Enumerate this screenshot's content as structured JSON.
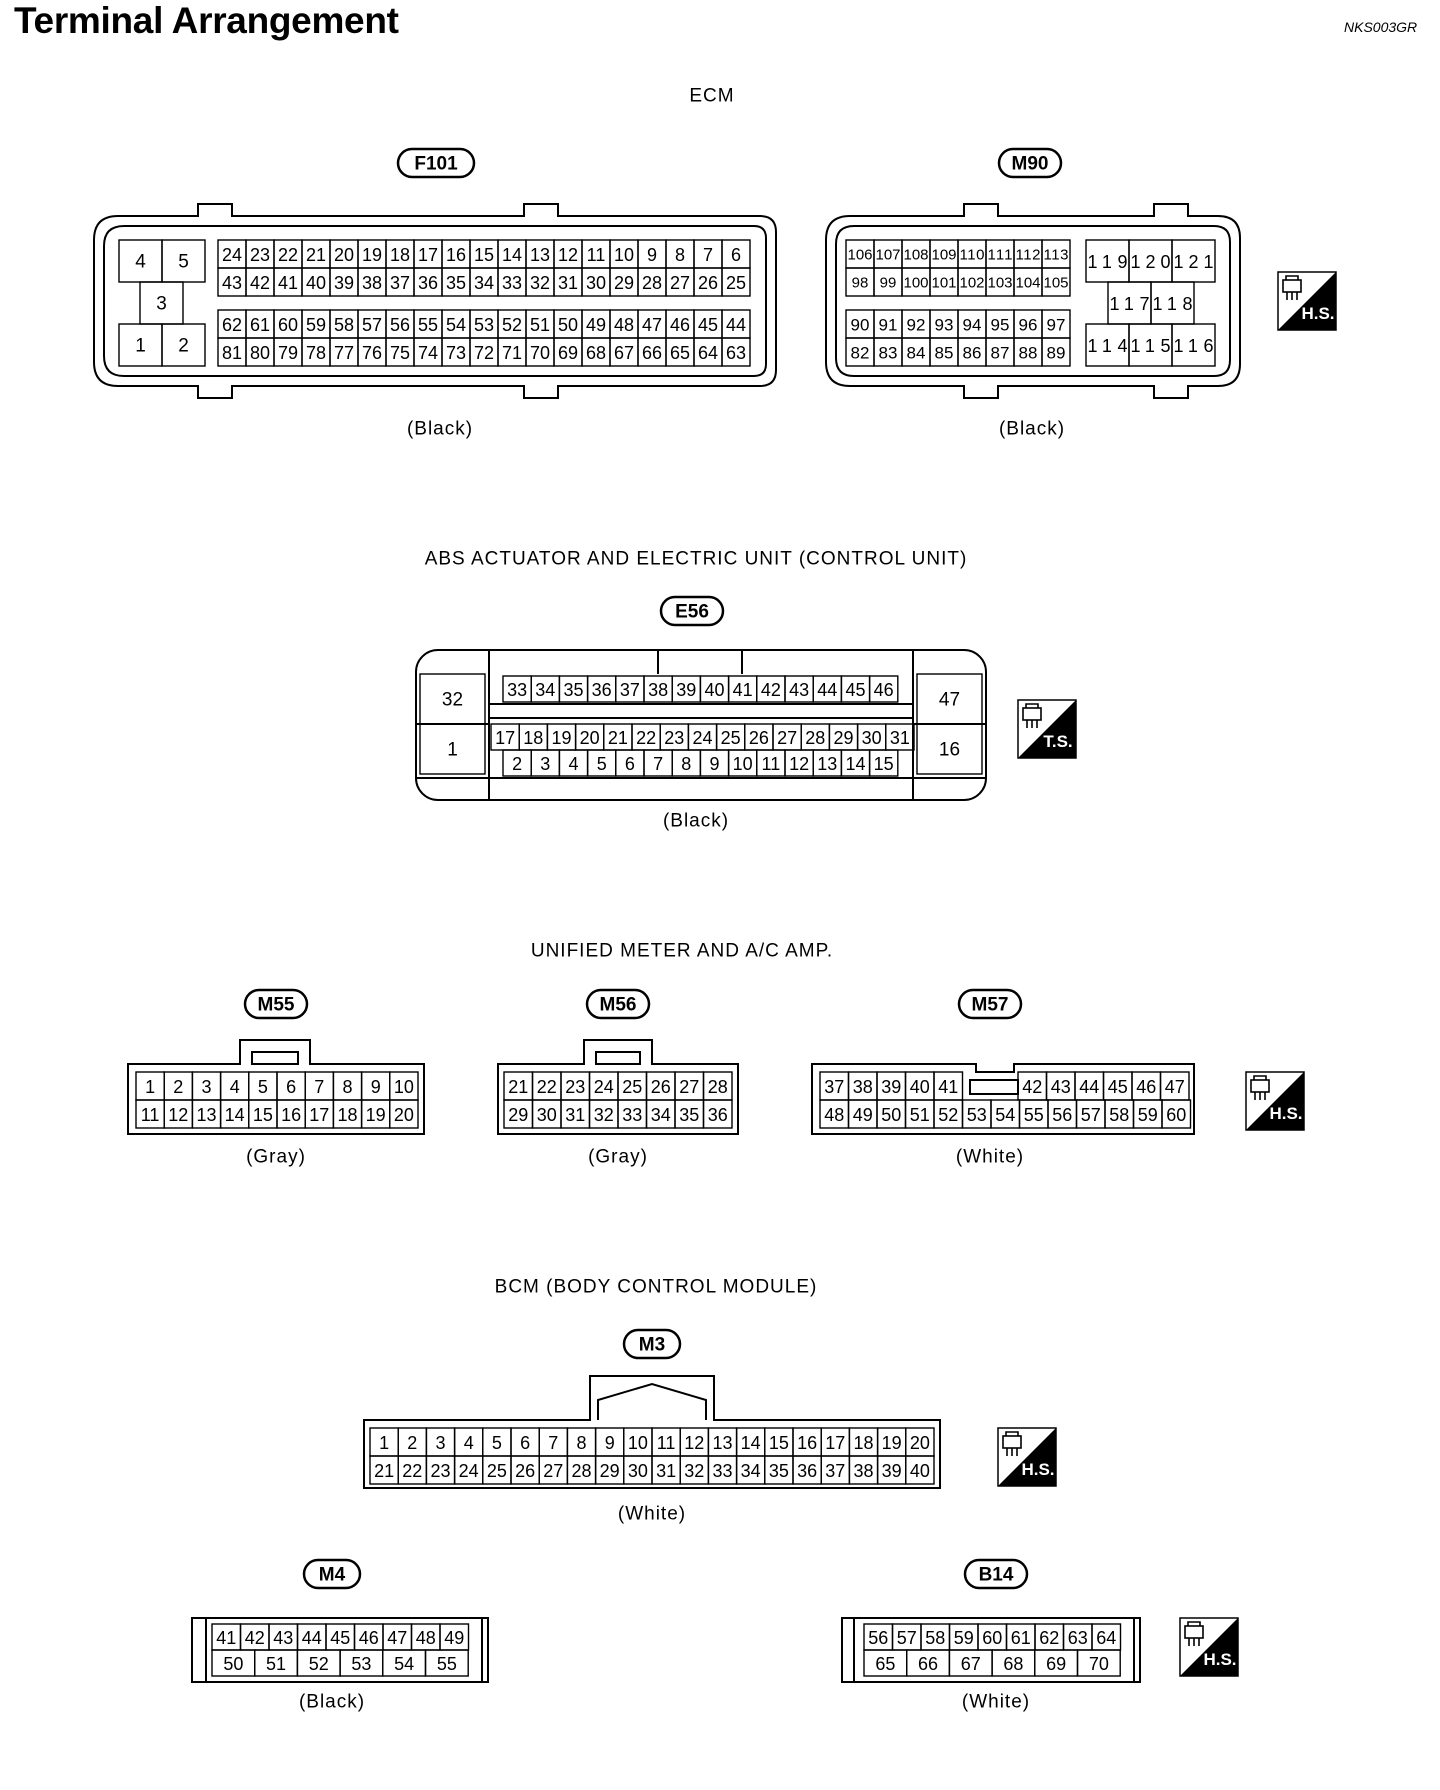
{
  "header": {
    "title": "Terminal Arrangement",
    "ref_code": "NKS003GR"
  },
  "badges": {
    "hs": "H.S.",
    "ts": "T.S."
  },
  "sections": [
    {
      "title": "ECM",
      "connectors": [
        {
          "id": "F101",
          "color": "(Black)",
          "blocks": [
            {
              "rows": [
                [
                  "4",
                  "5"
                ],
                [
                  "1",
                  "2"
                ]
              ]
            },
            {
              "rows": [
                [
                  "3"
                ]
              ]
            },
            {
              "rows": [
                [
                  "24",
                  "23",
                  "22",
                  "21",
                  "20",
                  "19",
                  "18",
                  "17",
                  "16",
                  "15",
                  "14",
                  "13",
                  "12",
                  "11",
                  "10",
                  "9",
                  "8",
                  "7",
                  "6"
                ],
                [
                  "43",
                  "42",
                  "41",
                  "40",
                  "39",
                  "38",
                  "37",
                  "36",
                  "35",
                  "34",
                  "33",
                  "32",
                  "31",
                  "30",
                  "29",
                  "28",
                  "27",
                  "26",
                  "25"
                ]
              ]
            },
            {
              "rows": [
                [
                  "62",
                  "61",
                  "60",
                  "59",
                  "58",
                  "57",
                  "56",
                  "55",
                  "54",
                  "53",
                  "52",
                  "51",
                  "50",
                  "49",
                  "48",
                  "47",
                  "46",
                  "45",
                  "44"
                ],
                [
                  "81",
                  "80",
                  "79",
                  "78",
                  "77",
                  "76",
                  "75",
                  "74",
                  "73",
                  "72",
                  "71",
                  "70",
                  "69",
                  "68",
                  "67",
                  "66",
                  "65",
                  "64",
                  "63"
                ]
              ]
            }
          ]
        },
        {
          "id": "M90",
          "color": "(Black)",
          "blocks": [
            {
              "rows": [
                [
                  "106",
                  "107",
                  "108",
                  "109",
                  "110",
                  "111",
                  "112",
                  "113"
                ],
                [
                  "98",
                  "99",
                  "100",
                  "101",
                  "102",
                  "103",
                  "104",
                  "105"
                ]
              ]
            },
            {
              "rows": [
                [
                  "90",
                  "91",
                  "92",
                  "93",
                  "94",
                  "95",
                  "96",
                  "97"
                ],
                [
                  "82",
                  "83",
                  "84",
                  "85",
                  "86",
                  "87",
                  "88",
                  "89"
                ]
              ]
            },
            {
              "rows": [
                [
                  "119",
                  "120",
                  "121"
                ]
              ]
            },
            {
              "rows": [
                [
                  "117",
                  "118"
                ]
              ]
            },
            {
              "rows": [
                [
                  "114",
                  "115",
                  "116"
                ]
              ]
            }
          ]
        }
      ]
    },
    {
      "title": "ABS ACTUATOR AND ELECTRIC UNIT (CONTROL UNIT)",
      "connectors": [
        {
          "id": "E56",
          "color": "(Black)",
          "blocks": [
            {
              "rows": [
                [
                  "32"
                ]
              ]
            },
            {
              "rows": [
                [
                  "1"
                ]
              ]
            },
            {
              "rows": [
                [
                  "33",
                  "34",
                  "35",
                  "36",
                  "37",
                  "38",
                  "39",
                  "40",
                  "41",
                  "42",
                  "43",
                  "44",
                  "45",
                  "46"
                ]
              ]
            },
            {
              "rows": [
                [
                  "17",
                  "18",
                  "19",
                  "20",
                  "21",
                  "22",
                  "23",
                  "24",
                  "25",
                  "26",
                  "27",
                  "28",
                  "29",
                  "30",
                  "31"
                ]
              ]
            },
            {
              "rows": [
                [
                  "2",
                  "3",
                  "4",
                  "5",
                  "6",
                  "7",
                  "8",
                  "9",
                  "10",
                  "11",
                  "12",
                  "13",
                  "14",
                  "15"
                ]
              ]
            },
            {
              "rows": [
                [
                  "47"
                ]
              ]
            },
            {
              "rows": [
                [
                  "16"
                ]
              ]
            }
          ]
        }
      ]
    },
    {
      "title": "UNIFIED METER AND A/C AMP.",
      "connectors": [
        {
          "id": "M55",
          "color": "(Gray)",
          "blocks": [
            {
              "rows": [
                [
                  "1",
                  "2",
                  "3",
                  "4",
                  "5",
                  "6",
                  "7",
                  "8",
                  "9",
                  "10"
                ],
                [
                  "11",
                  "12",
                  "13",
                  "14",
                  "15",
                  "16",
                  "17",
                  "18",
                  "19",
                  "20"
                ]
              ]
            }
          ]
        },
        {
          "id": "M56",
          "color": "(Gray)",
          "blocks": [
            {
              "rows": [
                [
                  "21",
                  "22",
                  "23",
                  "24",
                  "25",
                  "26",
                  "27",
                  "28"
                ],
                [
                  "29",
                  "30",
                  "31",
                  "32",
                  "33",
                  "34",
                  "35",
                  "36"
                ]
              ]
            }
          ]
        },
        {
          "id": "M57",
          "color": "(White)",
          "blocks": [
            {
              "rows": [
                [
                  "37",
                  "38",
                  "39",
                  "40",
                  "41"
                ],
                [
                  "42",
                  "43",
                  "44",
                  "45",
                  "46",
                  "47"
                ],
                [
                  "48",
                  "49",
                  "50",
                  "51",
                  "52",
                  "53",
                  "54",
                  "55",
                  "56",
                  "57",
                  "58",
                  "59",
                  "60"
                ]
              ]
            }
          ]
        }
      ]
    },
    {
      "title": "BCM (BODY CONTROL MODULE)",
      "connectors": [
        {
          "id": "M3",
          "color": "(White)",
          "blocks": [
            {
              "rows": [
                [
                  "1",
                  "2",
                  "3",
                  "4",
                  "5",
                  "6",
                  "7",
                  "8",
                  "9",
                  "10",
                  "11",
                  "12",
                  "13",
                  "14",
                  "15",
                  "16",
                  "17",
                  "18",
                  "19",
                  "20"
                ],
                [
                  "21",
                  "22",
                  "23",
                  "24",
                  "25",
                  "26",
                  "27",
                  "28",
                  "29",
                  "30",
                  "31",
                  "32",
                  "33",
                  "34",
                  "35",
                  "36",
                  "37",
                  "38",
                  "39",
                  "40"
                ]
              ]
            }
          ]
        },
        {
          "id": "M4",
          "color": "(Black)",
          "blocks": [
            {
              "rows": [
                [
                  "41",
                  "42",
                  "43",
                  "44",
                  "45",
                  "46",
                  "47",
                  "48",
                  "49"
                ],
                [
                  "50",
                  "51",
                  "52",
                  "53",
                  "54",
                  "55"
                ]
              ]
            }
          ]
        },
        {
          "id": "B14",
          "color": "(White)",
          "blocks": [
            {
              "rows": [
                [
                  "56",
                  "57",
                  "58",
                  "59",
                  "60",
                  "61",
                  "62",
                  "63",
                  "64"
                ],
                [
                  "65",
                  "66",
                  "67",
                  "68",
                  "69",
                  "70"
                ]
              ]
            }
          ]
        }
      ]
    }
  ]
}
